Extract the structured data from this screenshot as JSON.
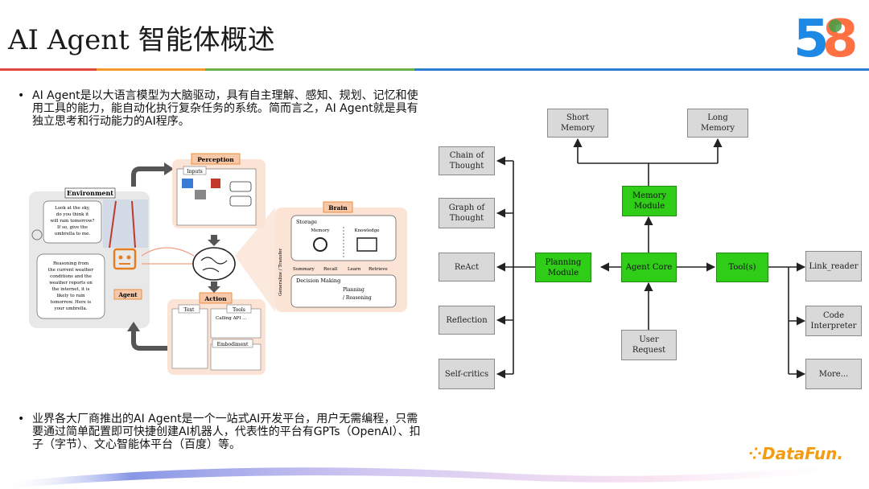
{
  "slide": {
    "title": "AI Agent 智能体概述",
    "logo_text": "58",
    "brand": "DataFun.",
    "colors": {
      "rule_red": "#e04a3c",
      "rule_orange": "#f29a2e",
      "rule_green": "#6ab04c",
      "rule_blue": "#2e7fd3",
      "box_gray": "#d9d9d9",
      "box_green": "#2fcc18"
    }
  },
  "bullets": [
    {
      "lines": [
        "AI Agent是以大语言模型为大脑驱动，具有自主理解、感知、规划、记忆和使",
        "用工具的能力，能自动化执行复杂任务的系统。简而言之，AI Agent就是具有",
        "独立思考和行动能力的AI程序。"
      ]
    },
    {
      "lines": [
        "业界各大厂商推出的AI Agent是一个一站式AI开发平台，用户无需编程，只需",
        "要通过简单配置即可快捷创建AI机器人，代表性的平台有GPTs（OpenAI）、扣",
        "子（字节）、文心智能体平台（百度）等。"
      ]
    }
  ],
  "left_figure": {
    "environment_label": "Environment",
    "env_bubble": [
      "Look at the sky,",
      "do you think it",
      "will rain tomorrow?",
      "If so, give the",
      "umbrella to me."
    ],
    "agent_bubble": [
      "Reasoning from",
      "the current weather",
      "conditions and the",
      "weather reports on",
      "the internet, it is",
      "likely to rain",
      "tomorrow. Here is",
      "your umbrella."
    ],
    "agent_label": "Agent",
    "perception_label": "Perception",
    "inputs_label": "Inputs",
    "brain_label": "Brain",
    "storage_label": "Storage",
    "memory_label": "Memory",
    "knowledge_label": "Knowledge",
    "summary_label": "Summary",
    "recall_label": "Recall",
    "learn_label": "Learn",
    "retrieve_label": "Retrieve",
    "decision_label": "Decision Making",
    "planning_label": "Planning",
    "reasoning_label": "/ Reasoning",
    "generalize_label": "Generalize / Transfer",
    "action_label": "Action",
    "text_label": "Text",
    "tools_label": "Tools",
    "calling_api_label": "Calling API ...",
    "embodiment_label": "Embodiment"
  },
  "agent_diagram": {
    "short_memory": [
      "Short",
      "Memory"
    ],
    "long_memory": [
      "Long",
      "Memory"
    ],
    "memory_module": [
      "Memory",
      "Module"
    ],
    "chain_of_thought": [
      "Chain of",
      "Thought"
    ],
    "graph_of_thought": [
      "Graph of",
      "Thought"
    ],
    "react": "ReAct",
    "reflection": "Reflection",
    "self_critics": "Self-critics",
    "planning_module": [
      "Planning",
      "Module"
    ],
    "agent_core": "Agent Core",
    "tools": "Tool(s)",
    "link_reader": "Link_reader",
    "code_interpreter": [
      "Code",
      "Interpreter"
    ],
    "more": "More...",
    "user_request": [
      "User",
      "Request"
    ]
  }
}
